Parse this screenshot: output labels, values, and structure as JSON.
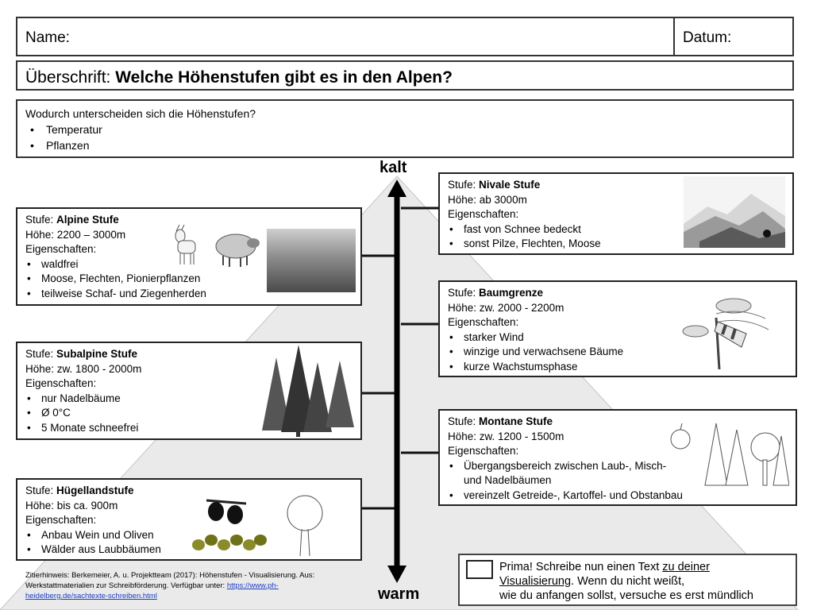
{
  "header": {
    "name_label": "Name:",
    "date_label": "Datum:"
  },
  "title": {
    "prefix": "Überschrift: ",
    "text": "Welche Höhenstufen gibt es in den Alpen?"
  },
  "intro": {
    "question": "Wodurch unterscheiden sich die Höhenstufen?",
    "items": [
      "Temperatur",
      "Pflanzen"
    ]
  },
  "axis": {
    "top": "kalt",
    "bottom": "warm"
  },
  "common": {
    "stufe": "Stufe: ",
    "eig": "Eigenschaften:"
  },
  "zones": {
    "nival": {
      "name": "Nivale Stufe",
      "height": "Höhe: ab 3000m",
      "items": [
        "fast von Schnee bedeckt",
        "sonst Pilze, Flechten, Moose"
      ]
    },
    "alpine": {
      "name": "Alpine Stufe",
      "height": "Höhe: 2200 – 3000m",
      "items": [
        "waldfrei",
        "Moose, Flechten, Pionierpflanzen",
        "teilweise Schaf- und Ziegenherden"
      ]
    },
    "baum": {
      "name": "Baumgrenze",
      "height": "Höhe: zw. 2000 - 2200m",
      "items": [
        "starker Wind",
        "winzige und verwachsene Bäume",
        "kurze Wachstumsphase"
      ]
    },
    "subalpine": {
      "name": "Subalpine Stufe",
      "height": "Höhe: zw. 1800 - 2000m",
      "items": [
        "nur Nadelbäume",
        " Ø 0°C",
        "5 Monate schneefrei"
      ]
    },
    "montane": {
      "name": "Montane Stufe",
      "height": "Höhe: zw. 1200 - 1500m",
      "item1": "Übergangsbereich zwischen Laub-, Misch-",
      "item1b": "und Nadelbäumen",
      "item2": "vereinzelt Getreide-, Kartoffel- und Obstanbau"
    },
    "huegel": {
      "name": "Hügellandstufe",
      "height": "Höhe: bis ca. 900m",
      "items": [
        "Anbau Wein und Oliven",
        "Wälder aus Laubbäumen"
      ]
    }
  },
  "citation": {
    "text": "Zitierhinweis: Berkemeier, A. u. Projektteam (2017): Höhenstufen - Visualisierung. Aus: Werkstattmaterialien zur Schreibförderung. Verfügbar unter: ",
    "link": "https://www.ph-heidelberg.de/sachtexte-schreiben.html"
  },
  "prima": {
    "line1a": "Prima! Schreibe nun einen Text ",
    "line1b": "zu deiner",
    "line2a": "Visualisierung",
    "line2b": ". Wenn du nicht weißt,",
    "line3": "wie du anfangen sollst, versuche es erst mündlich"
  }
}
